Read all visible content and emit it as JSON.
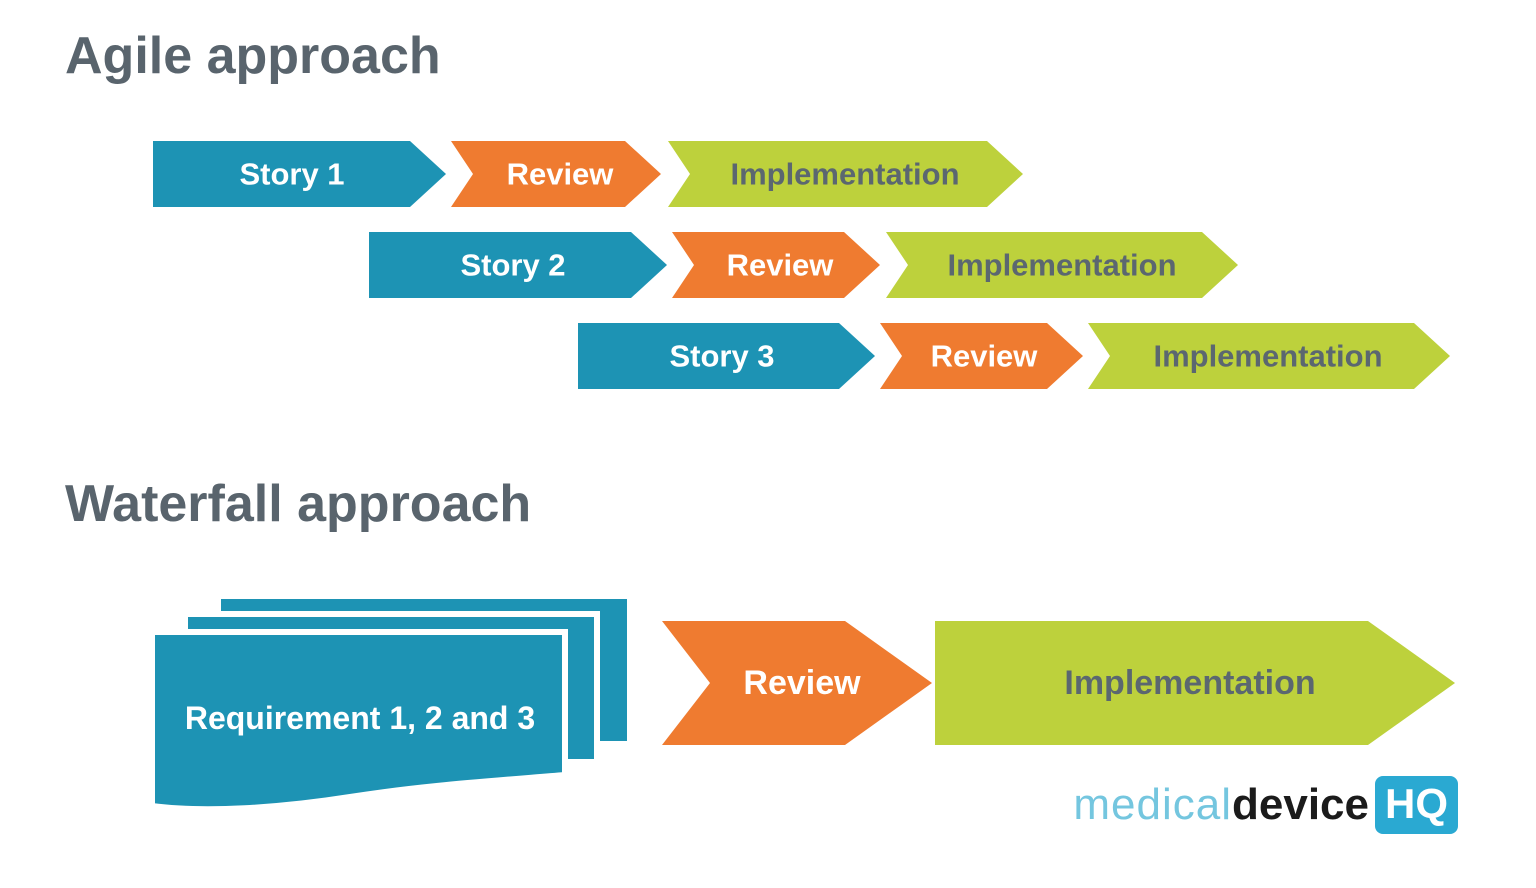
{
  "colors": {
    "blue": "#1d93b4",
    "orange": "#ef7b30",
    "green": "#bdd13c",
    "heading_gray": "#59646d",
    "implementation_text": "#5b6770",
    "white": "#ffffff",
    "logo_light_blue": "#74c6df",
    "logo_dark": "#1b1b1b",
    "logo_badge_blue": "#2aa9d2"
  },
  "agile": {
    "title": "Agile approach",
    "rows": [
      {
        "story": "Story 1",
        "review": "Review",
        "implementation": "Implementation"
      },
      {
        "story": "Story 2",
        "review": "Review",
        "implementation": "Implementation"
      },
      {
        "story": "Story 3",
        "review": "Review",
        "implementation": "Implementation"
      }
    ]
  },
  "waterfall": {
    "title": "Waterfall approach",
    "requirement": "Requirement 1, 2 and 3",
    "review": "Review",
    "implementation": "Implementation"
  },
  "logo": {
    "part1": "medical",
    "part2": "device",
    "badge": "HQ"
  }
}
